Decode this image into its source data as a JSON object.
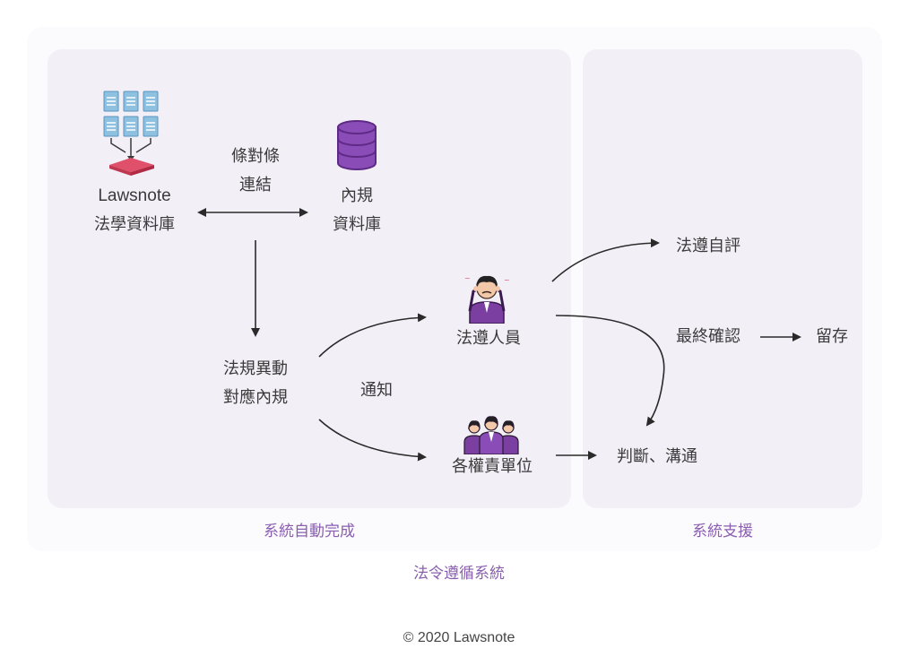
{
  "nodes": {
    "lawsnote_db": [
      "Lawsnote",
      "法學資料庫"
    ],
    "article_link": [
      "條對條",
      "連結"
    ],
    "internal_db": [
      "內規",
      "資料庫"
    ],
    "regulation_change": [
      "法規異動",
      "對應內規"
    ],
    "notify": "通知",
    "compliance_staff": "法遵人員",
    "departments": "各權責單位",
    "self_assessment": "法遵自評",
    "final_confirm": "最終確認",
    "retain": "留存",
    "judge_communicate": "判斷、溝通"
  },
  "captions": {
    "auto": "系統自動完成",
    "support": "系統支援",
    "system": "法令遵循系統"
  },
  "footer": "© 2020 Lawsnote",
  "colors": {
    "panel_bg": "#f3eff7",
    "caption": "#8a5fb0",
    "icon_purple": "#7a3fa0",
    "icon_blue": "#7fb2d6",
    "icon_red": "#e0506a"
  },
  "icons": [
    "document-database-icon",
    "database-cylinder-icon",
    "stressed-person-icon",
    "group-people-icon"
  ]
}
